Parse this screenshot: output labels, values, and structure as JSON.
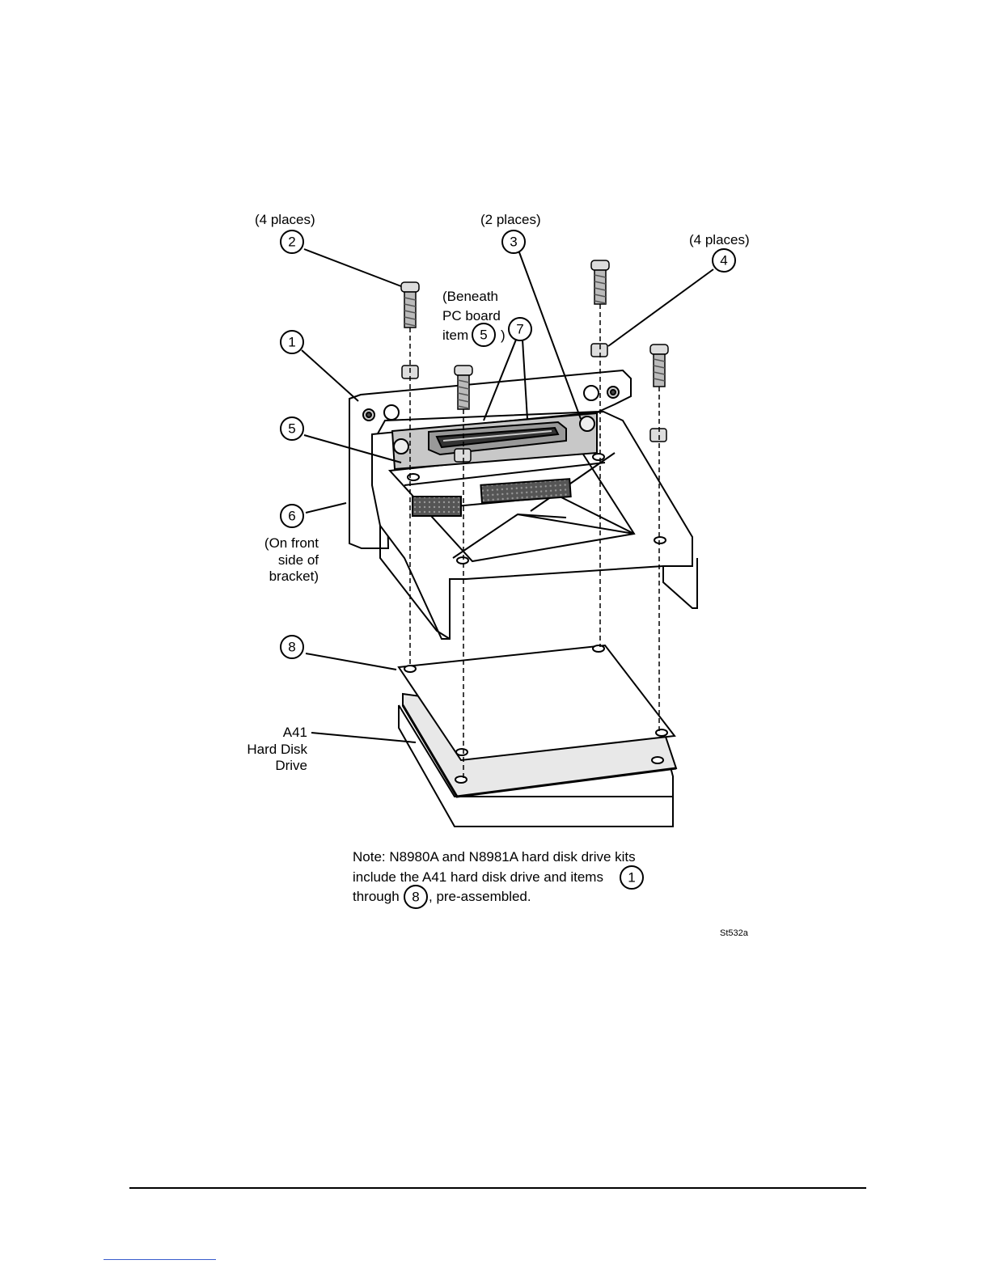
{
  "callouts": {
    "c1": "1",
    "c2": "2",
    "c3": "3",
    "c4": "4",
    "c5": "5",
    "c6": "6",
    "c7": "7",
    "c8": "8"
  },
  "labels": {
    "places_2": "(4 places)",
    "places_3": "(2 places)",
    "places_4": "(4 places)",
    "beneath_line1": "(Beneath",
    "beneath_line2": "PC board",
    "beneath_line3": "item",
    "beneath_ref": "5",
    "beneath_close": ")",
    "front_line1": "(On front",
    "front_line2": "side of",
    "front_line3": "bracket)",
    "hdd_line1": "A41",
    "hdd_line2": "Hard Disk",
    "hdd_line3": "Drive"
  },
  "note": {
    "line1": "Note: N8980A and N8981A hard disk drive kits",
    "line2": "include the A41 hard disk drive and items",
    "line2_ref": "1",
    "line3_start": "through",
    "line3_ref": "8",
    "line3_end": ", pre-assembled."
  },
  "figure_code": "St532a"
}
